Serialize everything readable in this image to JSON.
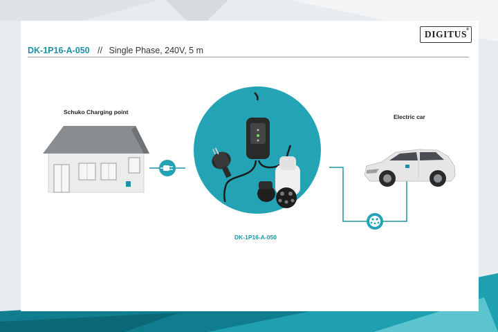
{
  "header": {
    "product_code": "DK-1P16-A-050",
    "separator": "//",
    "description": "Single Phase, 240V, 5 m"
  },
  "brand": {
    "name": "DIGITUS",
    "registered_mark": "®"
  },
  "labels": {
    "source": "Schuko Charging point",
    "destination": "Electric car",
    "product": "DK-1P16-A-050"
  },
  "colors": {
    "accent": "#1a93a6",
    "circle": "#23a3b4",
    "house_roof": "#8b8e91",
    "house_wall": "#ececec",
    "car_body": "#e6e6e6",
    "page_bg": "#e9ecef"
  },
  "icons": [
    "schuko-plug-icon",
    "type2-socket-icon"
  ]
}
